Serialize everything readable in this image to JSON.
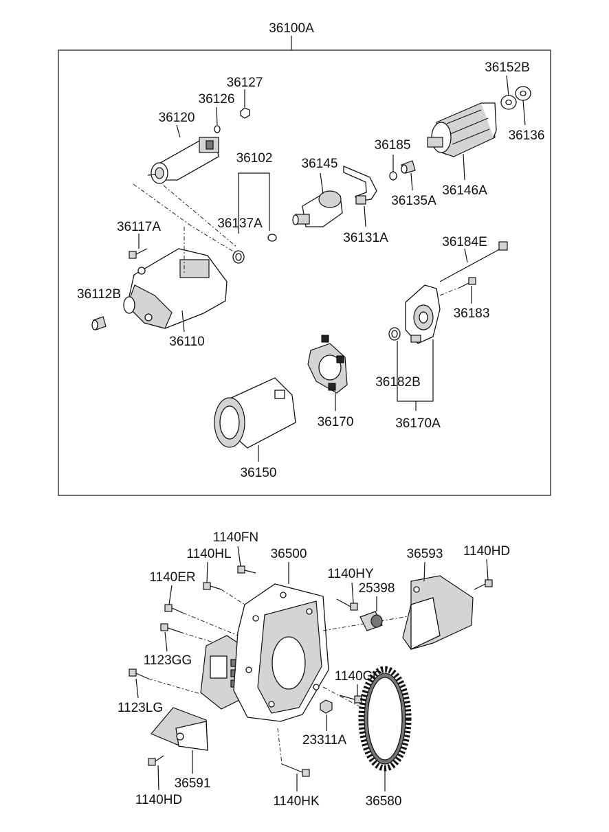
{
  "assembly": {
    "title": "36100A",
    "labels": {
      "36152B": "36152B",
      "36127": "36127",
      "36126": "36126",
      "36136": "36136",
      "36120": "36120",
      "36185": "36185",
      "36102": "36102",
      "36145": "36145",
      "36135A": "36135A",
      "36146A": "36146A",
      "36117A": "36117A",
      "36137A": "36137A",
      "36131A": "36131A",
      "36184E": "36184E",
      "36112B": "36112B",
      "36183": "36183",
      "36110": "36110",
      "36182B": "36182B",
      "36170": "36170",
      "36170A": "36170A",
      "36150": "36150"
    }
  },
  "lower": {
    "labels": {
      "1140FN": "1140FN",
      "1140HL": "1140HL",
      "36500": "36500",
      "36593": "36593",
      "1140HD_top": "1140HD",
      "1140ER": "1140ER",
      "1140HY": "1140HY",
      "25398": "25398",
      "1123GG": "1123GG",
      "1140GG": "1140GG",
      "1123LG": "1123LG",
      "23311A": "23311A",
      "36591": "36591",
      "1140HD_bottom": "1140HD",
      "1140HK": "1140HK",
      "36580": "36580"
    }
  }
}
